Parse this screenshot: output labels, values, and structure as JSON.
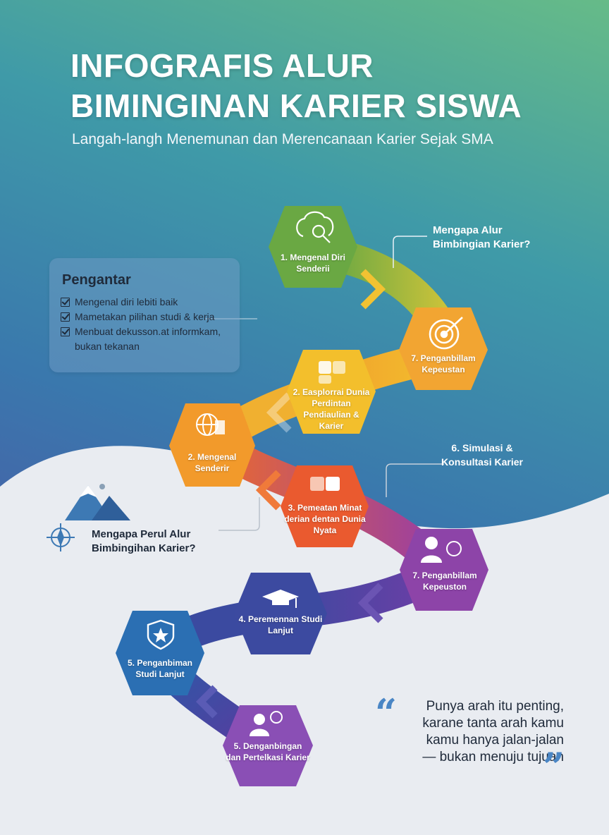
{
  "header": {
    "title_line1": "INFOGRAFIS ALUR",
    "title_line2": "BIMINGINAN KARIER SISWA",
    "subtitle": "Langah-langh  Menemunan dan Merencanaan Karier Sejak SMA"
  },
  "intro": {
    "title": "Pengantar",
    "items": [
      "Mengenal diri lebiti baik",
      "Mametakan pilihan studi & kerja",
      "Menbuat dekusson.at informkam,"
    ],
    "continuation": "bukan tekanan"
  },
  "steps": [
    {
      "label": "1. Mengenal Diri Senderii",
      "color": "#6aa843",
      "icon": "brain-search-icon"
    },
    {
      "label": "7. Penganbillam Kepeustan",
      "color": "#f2a532",
      "icon": "target-icon"
    },
    {
      "label": "2. Easplorrai Dunia Perdintan Pendiaulian & Karier",
      "color": "#f3bf2c",
      "icon": "puzzle-icon"
    },
    {
      "label": "2. Mengenal Senderir",
      "color": "#f29a2b",
      "icon": "globe-building-icon"
    },
    {
      "label": "3. Pemeatan Minat derian dentan Dunia Nyata",
      "color": "#ea5a2f",
      "icon": "puzzle-icon"
    },
    {
      "label": "7. Penganbillam Kepeuston",
      "color": "#8d44a8",
      "icon": "people-question-icon"
    },
    {
      "label": "4. Peremennan Studi Lanjut",
      "color": "#3c4aa0",
      "icon": "graduation-cap-icon"
    },
    {
      "label": "5. Penganbiman Studi Lanjut",
      "color": "#2b6fb3",
      "icon": "shield-star-icon"
    },
    {
      "label": "5. Denganbingan dan Pertelkasi Karier",
      "color": "#8a4fb5",
      "icon": "person-question-icon"
    }
  ],
  "callouts": {
    "why_top": "Mengapa Alur Bimbingian Karier?",
    "simulation": "6. Simulasi & Konsultasi Karier",
    "why_bottom": "Mengapa Perul Alur Bimbingihan Karier?"
  },
  "quote": {
    "lines": [
      "Punya arah itu penting,",
      "karane tanta arah kamu",
      "kamu hanya jalan-jalan",
      "— bukan menuju tujuan"
    ]
  },
  "colors": {
    "accent": "#4a86c5",
    "green": "#6aa843",
    "orange": "#f2a532",
    "red": "#ea5a2f",
    "purple": "#8d44a8",
    "navy": "#3c4aa0"
  }
}
